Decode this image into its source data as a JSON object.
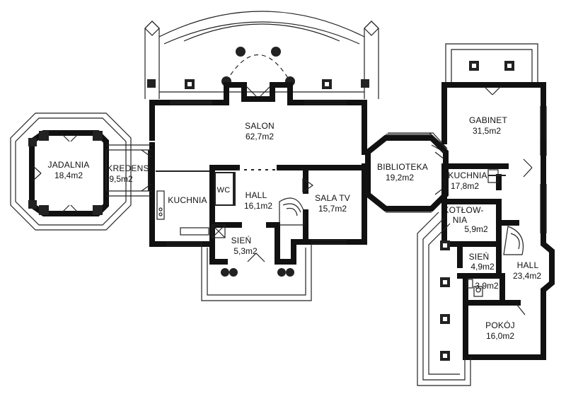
{
  "rooms": {
    "salon": {
      "name": "SALON",
      "area": "62,7m2"
    },
    "jadalnia": {
      "name": "JADALNIA",
      "area": "18,4m2"
    },
    "kredens": {
      "name": "KREDENS",
      "area": "9,5m2"
    },
    "kuchnia_left": {
      "name": "KUCHNIA"
    },
    "wc": {
      "name": "WC"
    },
    "hall_center": {
      "name": "HALL",
      "area": "16,1m2"
    },
    "sala_tv": {
      "name": "SALA TV",
      "area": "15,7m2"
    },
    "sien_center": {
      "name": "SIEŃ",
      "area": "5,3m2"
    },
    "biblioteka": {
      "name": "BIBLIOTEKA",
      "area": "19,2m2"
    },
    "gabinet": {
      "name": "GABINET",
      "area": "31,5m2"
    },
    "kuchnia_right": {
      "name": "KUCHNIA",
      "area": "17,8m2"
    },
    "kotlownia": {
      "name_line1": "KOTŁOW-",
      "name_line2": "NIA",
      "area": "5,9m2"
    },
    "sien_right": {
      "name": "SIEŃ",
      "area": "4,9m2"
    },
    "hall_right": {
      "name": "HALL",
      "area": "23,4m2"
    },
    "bath_small": {
      "area": "3,9m2"
    },
    "pokoj": {
      "name": "POKÓJ",
      "area": "16,0m2"
    }
  }
}
